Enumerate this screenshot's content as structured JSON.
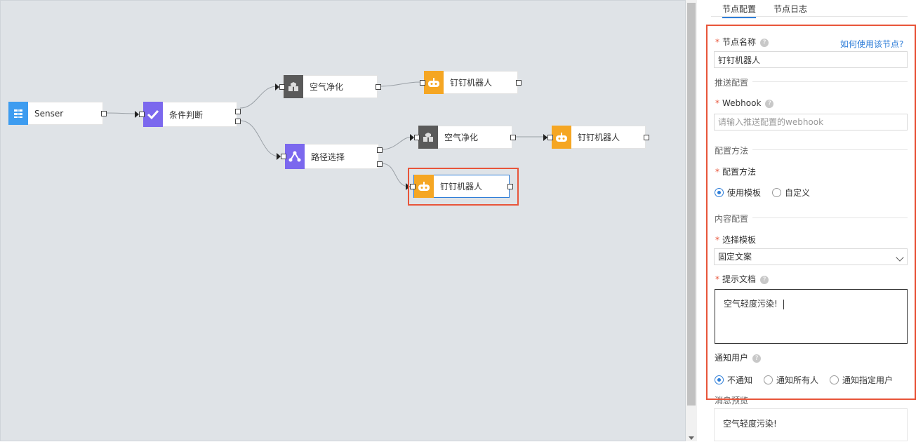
{
  "canvas": {
    "nodes": {
      "senser": {
        "label": "Senser",
        "icon": "sensor-icon",
        "color": "#3d9cf0"
      },
      "condition": {
        "label": "条件判断",
        "icon": "check-icon",
        "color": "#7b68ee"
      },
      "air1": {
        "label": "空气净化",
        "icon": "cube-icon",
        "color": "#5a5a5a"
      },
      "robot1": {
        "label": "钉钉机器人",
        "icon": "robot-icon",
        "color": "#f5a623"
      },
      "route": {
        "label": "路径选择",
        "icon": "branch-icon",
        "color": "#7b68ee"
      },
      "air2": {
        "label": "空气净化",
        "icon": "cube-icon",
        "color": "#5a5a5a"
      },
      "robot2": {
        "label": "钉钉机器人",
        "icon": "robot-icon",
        "color": "#f5a623"
      },
      "robot3": {
        "label": "钉钉机器人",
        "icon": "robot-icon",
        "color": "#f5a623"
      }
    }
  },
  "panel": {
    "tabs": [
      {
        "label": "节点配置"
      },
      {
        "label": "节点日志"
      }
    ],
    "node_name_label": "节点名称",
    "help_link": "如何使用该节点?",
    "node_name_value": "钉钉机器人",
    "section_push": "推送配置",
    "webhook_label": "Webhook",
    "webhook_placeholder": "请输入推送配置的webhook",
    "section_config": "配置方法",
    "config_method_label": "配置方法",
    "config_options": [
      {
        "label": "使用模板",
        "checked": true
      },
      {
        "label": "自定义",
        "checked": false
      }
    ],
    "section_content": "内容配置",
    "template_label": "选择模板",
    "template_value": "固定文案",
    "prompt_label": "提示文档",
    "prompt_value": "空气轻度污染!",
    "notify_label": "通知用户",
    "notify_options": [
      {
        "label": "不通知",
        "checked": true
      },
      {
        "label": "通知所有人",
        "checked": false
      },
      {
        "label": "通知指定用户",
        "checked": false
      }
    ],
    "preview_label": "消息预览",
    "preview_value": "空气轻度污染!"
  },
  "colors": {
    "accent": "#2f7ed8",
    "highlight": "#e8553a"
  }
}
